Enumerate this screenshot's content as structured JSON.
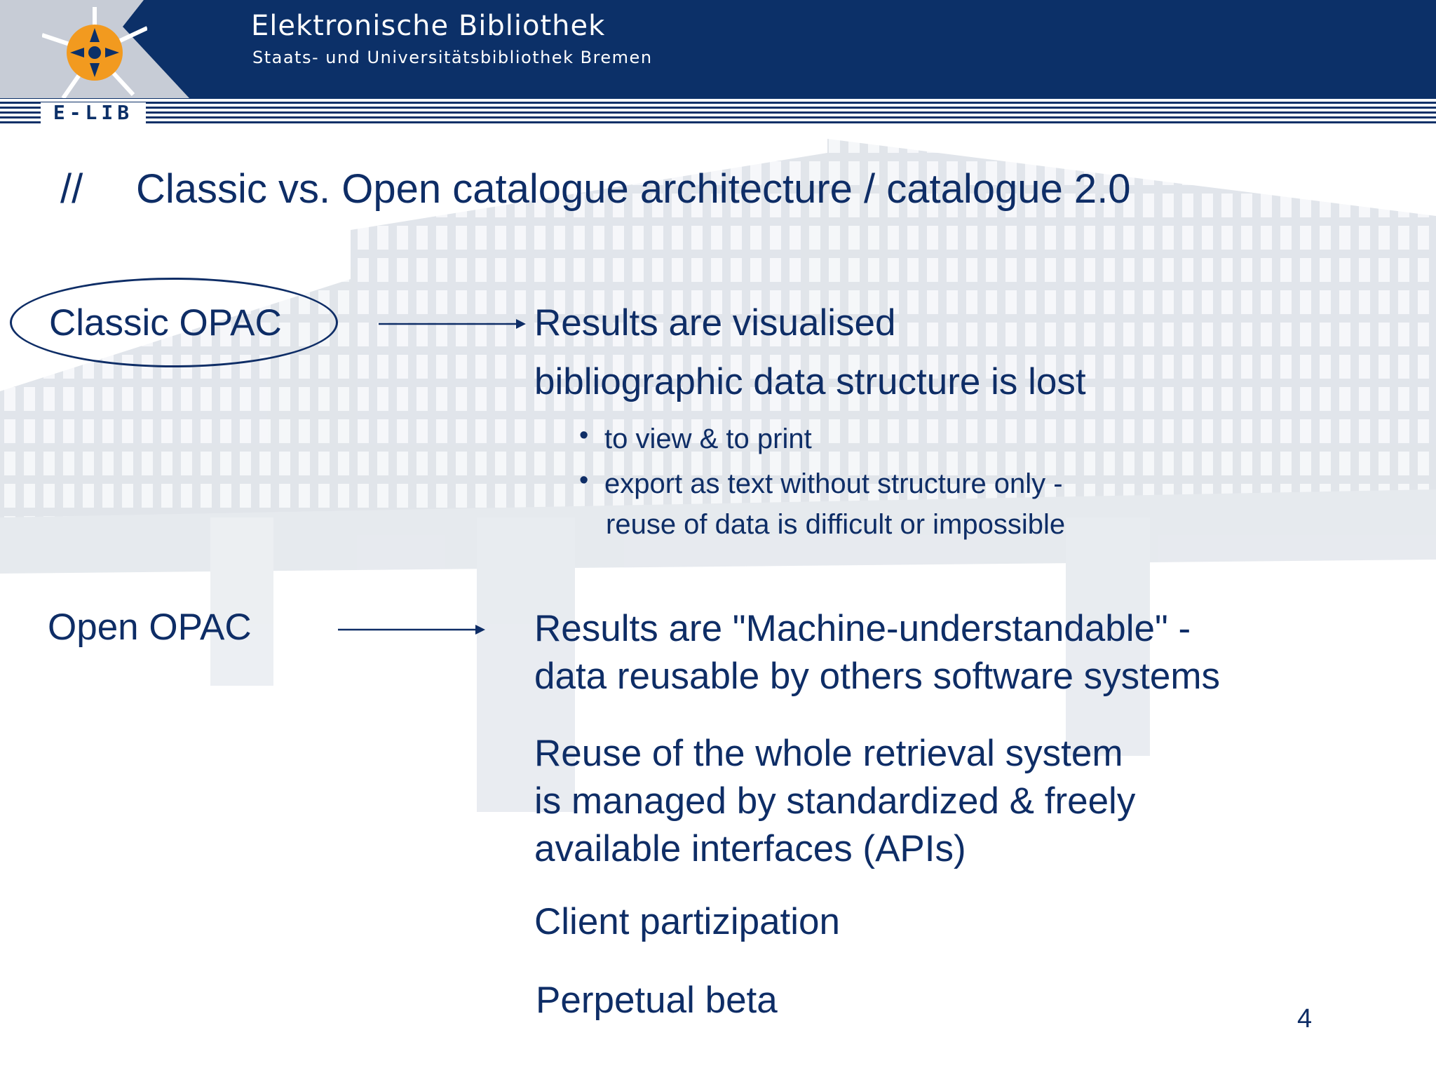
{
  "header": {
    "title": "Elektronische Bibliothek",
    "subtitle": "Staats- und Universitätsbibliothek Bremen",
    "logo_text": "E-LIB"
  },
  "slide": {
    "title_prefix": "//",
    "title": "Classic  vs. Open catalogue architecture / catalogue 2.0",
    "classic": {
      "label": "Classic OPAC",
      "points": [
        "Results are visualised",
        "bibliographic data structure is lost"
      ],
      "bullets": [
        "to view & to print",
        "export as text without structure only -",
        "reuse of data is difficult or impossible"
      ]
    },
    "open": {
      "label": "Open OPAC",
      "points": [
        "Results are \"Machine-understandable\" -",
        "data reusable by others software systems",
        "Reuse of the whole retrieval system",
        "is managed by standardized & freely",
        "available interfaces (APIs)",
        "Client partizipation",
        "Perpetual beta"
      ]
    },
    "page_number": "4"
  },
  "icons": {
    "bullet": "•",
    "arrow": "arrow-right-icon"
  },
  "colors": {
    "brand": "#0c3068",
    "text": "#0e2d66",
    "accent": "#f29a1f"
  }
}
